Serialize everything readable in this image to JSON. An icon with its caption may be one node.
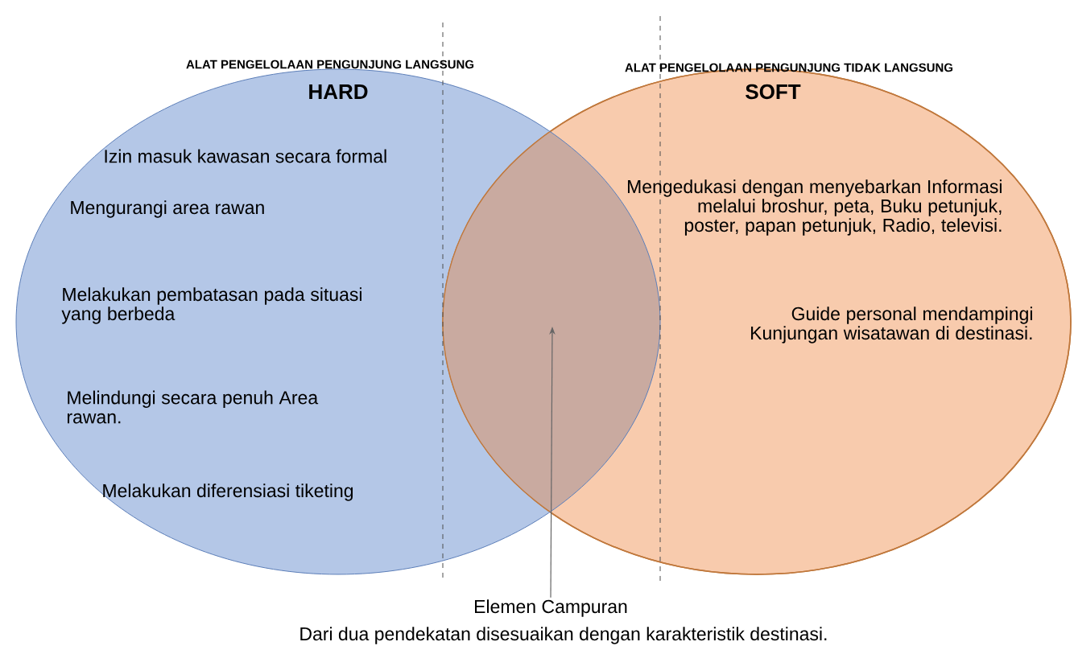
{
  "diagram": {
    "nodes": [
      {
        "text": [
          "ALAT PENGELOLAAN PENGUNJUNG LANGSUNG",
          "HARD",
          "Izin masuk kawasan secara formal",
          "Mengurangi area rawan",
          "Melakukan pembatasan pada situasi yang berbeda",
          "Melindungi secara penuh Area rawan.",
          "Melakukan diferensiasi tiketing"
        ]
      },
      {
        "text": [
          "ALAT PENGELOLAAN PENGUNJUNG TIDAK LANGSUNG",
          "SOFT",
          "Mengedukasi dengan menyebarkan Informasi melalui broshur, peta, Buku petunjuk, poster, papan petunjuk, Radio, televisi.",
          "Guide personal mendampingi Kunjungan wisatawan di destinasi."
        ]
      },
      {
        "text": [
          "Elemen Campuran"
        ]
      }
    ],
    "edges": [
      {
        "from": 2,
        "to": 1,
        "arrow": "to"
      }
    ],
    "labels": [
      "Dari dua pendekatan disesuaikan dengan karakteristik destinasi."
    ]
  }
}
